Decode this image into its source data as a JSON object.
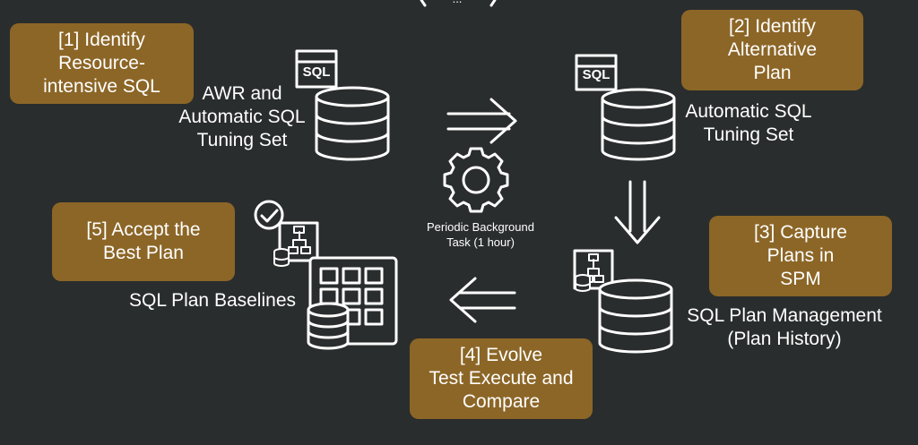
{
  "title_fragment": "...",
  "colors": {
    "background": "#2a2d2d",
    "step_box": "#8c6627",
    "line": "#ffffff"
  },
  "steps": [
    {
      "id": 1,
      "lines": [
        "[1] Identify",
        "Resource-",
        "intensive SQL"
      ]
    },
    {
      "id": 2,
      "lines": [
        "[2] Identify",
        "Alternative",
        "Plan"
      ]
    },
    {
      "id": 3,
      "lines": [
        "[3] Capture",
        "Plans in",
        "SPM"
      ]
    },
    {
      "id": 4,
      "lines": [
        "[4] Evolve",
        "Test Execute and",
        "Compare"
      ]
    },
    {
      "id": 5,
      "lines": [
        "[5] Accept the",
        "Best Plan"
      ]
    }
  ],
  "stores": {
    "awr": [
      "AWR and",
      "Automatic SQL",
      "Tuning Set"
    ],
    "auto_sts": [
      "Automatic SQL",
      "Tuning Set"
    ],
    "spm": [
      "SQL Plan Management",
      "(Plan History)"
    ],
    "baselines": [
      "SQL Plan Baselines"
    ]
  },
  "background_task": [
    "Periodic Background",
    "Task (1 hour)"
  ],
  "icons": {
    "sql_badge": "SQL",
    "database": "database-icon",
    "gear": "gear-icon",
    "plan_tree": "plan-tree-icon",
    "checkmark": "check-circle-icon",
    "grid": "grid-icon"
  },
  "arrows": [
    "arrow-right",
    "arrow-down",
    "arrow-left"
  ]
}
